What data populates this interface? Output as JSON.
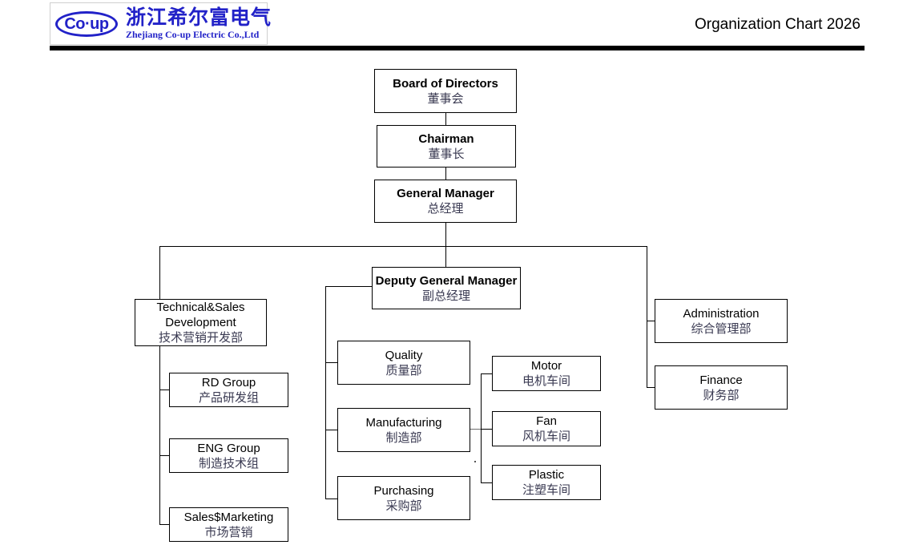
{
  "header": {
    "logo_mark_text": "Co·up",
    "company_name_cn": "浙江希尔富电气",
    "company_name_en": "Zhejiang Co-up Electric Co.,Ltd",
    "chart_title": "Organization Chart 2026",
    "brand_color": "#2222c8",
    "rule_color": "#000000"
  },
  "nodes": {
    "board": {
      "en": "Board of Directors",
      "cn": "董事会"
    },
    "chairman": {
      "en": "Chairman",
      "cn": "董事长"
    },
    "general_manager": {
      "en": "General Manager",
      "cn": "总经理"
    },
    "deputy_general_manager": {
      "en": "Deputy General Manager",
      "cn": "副总经理"
    },
    "technical_sales_development": {
      "en": "Technical&Sales Development",
      "cn": "技术营销开发部"
    },
    "rd_group": {
      "en": "RD Group",
      "cn": "产品研发组"
    },
    "eng_group": {
      "en": "ENG Group",
      "cn": "制造技术组"
    },
    "sales_marketing": {
      "en": "Sales$Marketing",
      "cn": "市场营销"
    },
    "quality": {
      "en": "Quality",
      "cn": "质量部"
    },
    "manufacturing": {
      "en": "Manufacturing",
      "cn": "制造部"
    },
    "purchasing": {
      "en": "Purchasing",
      "cn": "采购部"
    },
    "motor": {
      "en": "Motor",
      "cn": "电机车间"
    },
    "fan": {
      "en": "Fan",
      "cn": "风机车间"
    },
    "plastic": {
      "en": "Plastic",
      "cn": "注塑车间"
    },
    "administration": {
      "en": "Administration",
      "cn": "综合管理部"
    },
    "finance": {
      "en": "Finance",
      "cn": "财务部"
    }
  }
}
